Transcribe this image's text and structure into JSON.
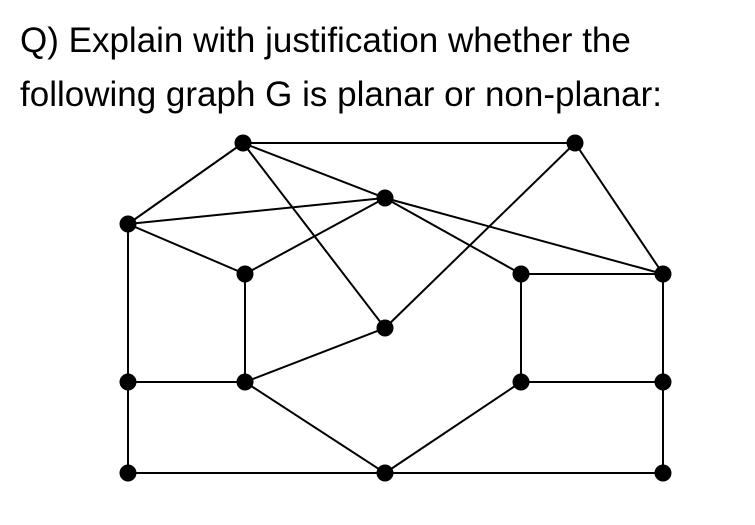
{
  "question": {
    "line1": "Q) Explain with justification whether the",
    "line2": "following graph G is planar or non-planar:"
  },
  "colors": {
    "edge": "#000000",
    "vertex": "#000000",
    "background": "#ffffff"
  },
  "graph": {
    "vertices": [
      "v1",
      "v2",
      "v3",
      "v4",
      "v5",
      "v6",
      "v7",
      "v8",
      "v9",
      "v10",
      "v11",
      "v12",
      "v13",
      "v14",
      "v15"
    ],
    "edges": [
      [
        "v1",
        "v2"
      ],
      [
        "v1",
        "v3"
      ],
      [
        "v1",
        "v4"
      ],
      [
        "v1",
        "v7"
      ],
      [
        "v2",
        "v6"
      ],
      [
        "v2",
        "v9"
      ],
      [
        "v3",
        "v4"
      ],
      [
        "v3",
        "v5"
      ],
      [
        "v3",
        "v8"
      ],
      [
        "v4",
        "v5"
      ],
      [
        "v4",
        "v6"
      ],
      [
        "v4",
        "v9"
      ],
      [
        "v5",
        "v10"
      ],
      [
        "v6",
        "v9"
      ],
      [
        "v6",
        "v12"
      ],
      [
        "v7",
        "v10"
      ],
      [
        "v8",
        "v11"
      ],
      [
        "v8",
        "v14"
      ],
      [
        "v9",
        "v12"
      ],
      [
        "v10",
        "v11"
      ],
      [
        "v10",
        "v13"
      ],
      [
        "v11",
        "v15"
      ],
      [
        "v12",
        "v14"
      ],
      [
        "v13",
        "v15"
      ],
      [
        "v14",
        "v15"
      ]
    ]
  }
}
